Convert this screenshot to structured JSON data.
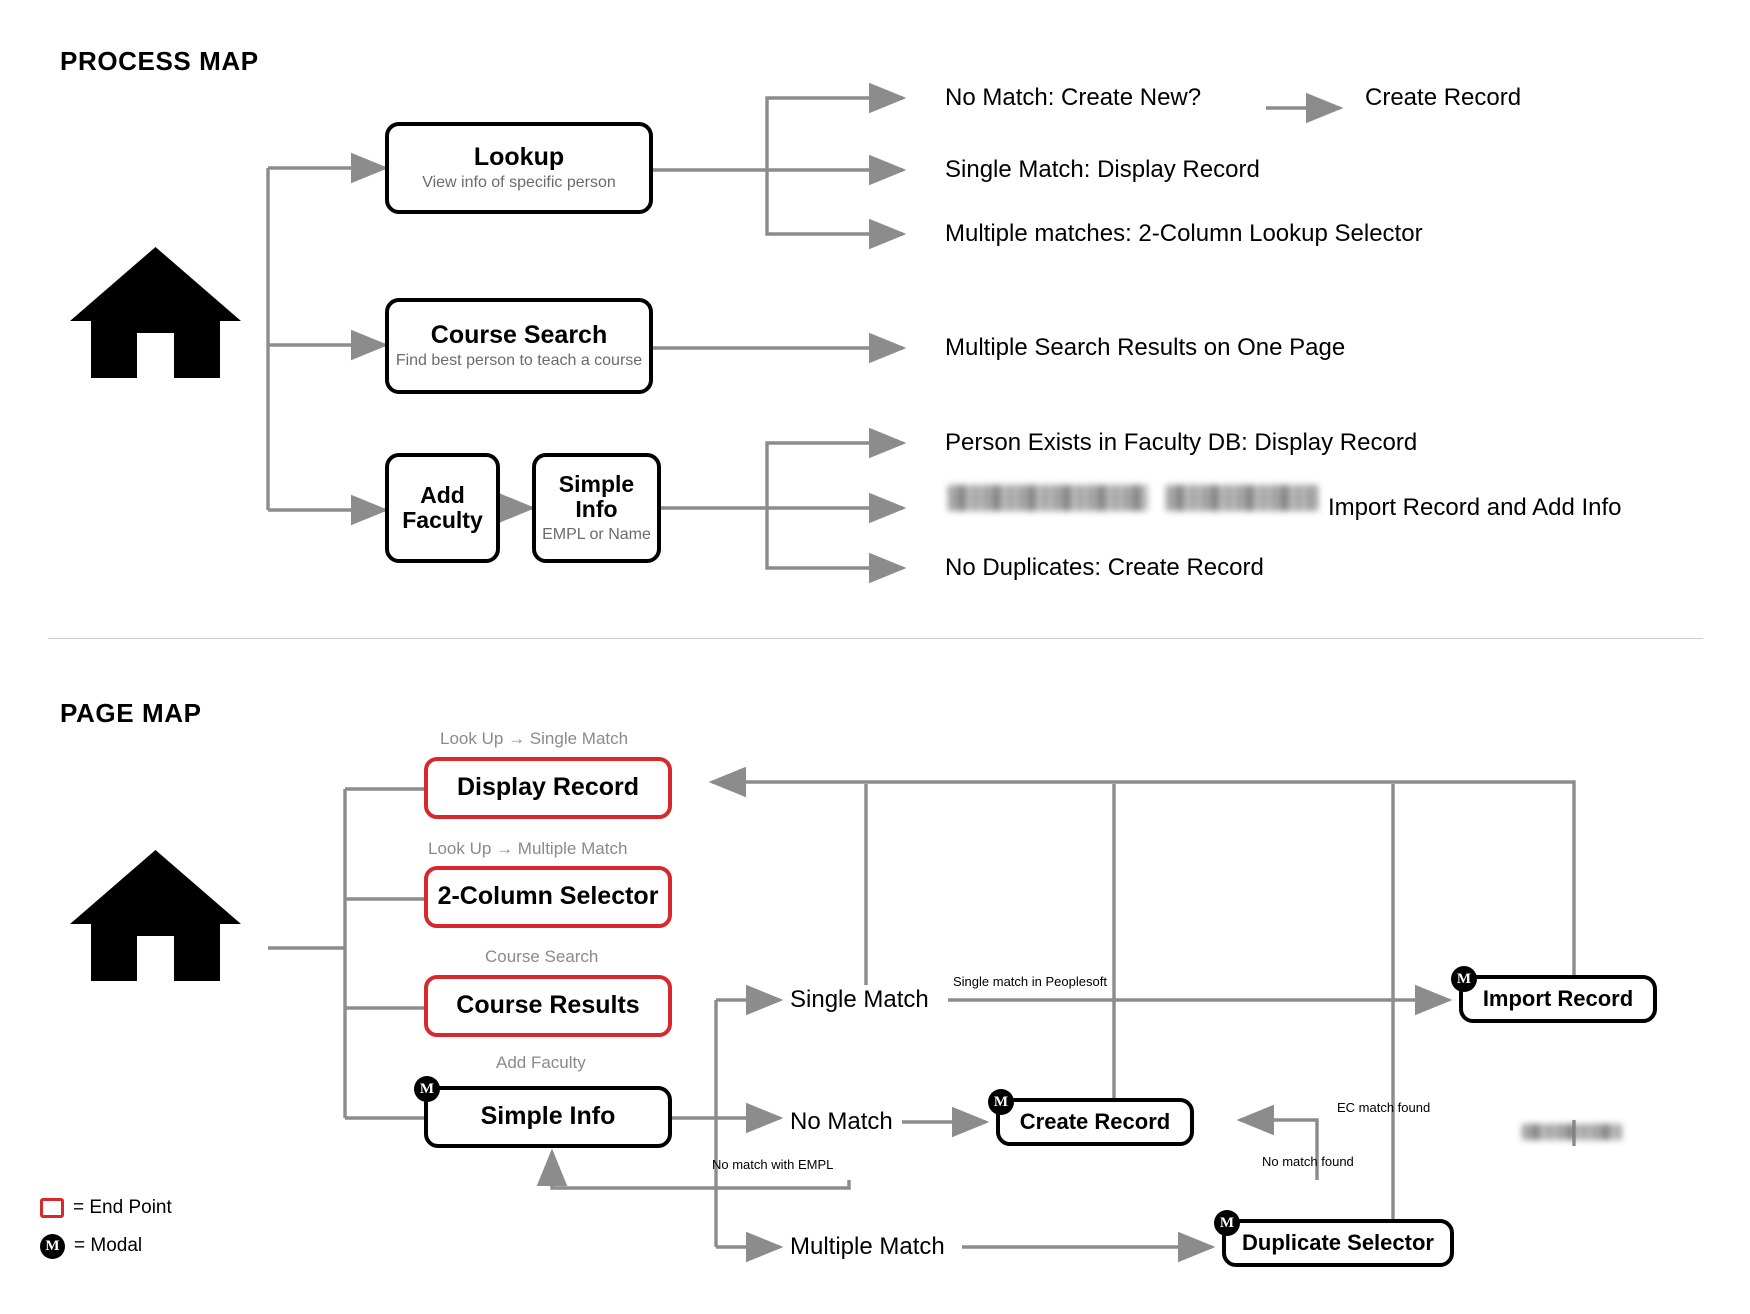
{
  "sections": {
    "process_map_title": "PROCESS MAP",
    "page_map_title": "PAGE MAP"
  },
  "process_map": {
    "home_icon": "home-icon",
    "nodes": [
      {
        "id": "lookup",
        "title": "Lookup",
        "subtitle": "View info of specific person"
      },
      {
        "id": "course-search",
        "title": "Course Search",
        "subtitle": "Find best person to teach a course"
      },
      {
        "id": "add-faculty",
        "title": "Add Faculty",
        "subtitle": ""
      },
      {
        "id": "simple-info",
        "title": "Simple Info",
        "subtitle": "EMPL or Name"
      }
    ],
    "lookup_outcomes": [
      "No Match: Create New?",
      "Single Match: Display Record",
      "Multiple matches: 2-Column Lookup Selector"
    ],
    "lookup_followup": "Create Record",
    "course_search_outcome": "Multiple Search Results on One Page",
    "add_faculty_outcomes": [
      {
        "text": "Person Exists in Faculty DB: Display Record",
        "redacted": false
      },
      {
        "text": "Import Record and Add Info",
        "redacted": true
      },
      {
        "text": "No Duplicates: Create Record",
        "redacted": false
      }
    ]
  },
  "page_map": {
    "home_icon": "home-icon",
    "branches": [
      {
        "caption_from": "Look Up",
        "caption_arrow": "→",
        "caption_to": "Single Match",
        "label": "Display Record",
        "endpoint": true,
        "modal": false
      },
      {
        "caption_from": "Look Up",
        "caption_arrow": "→",
        "caption_to": "Multiple Match",
        "label": "2-Column Selector",
        "endpoint": true,
        "modal": false
      },
      {
        "caption_from": "Course Search",
        "caption_arrow": "",
        "caption_to": "",
        "label": "Course Results",
        "endpoint": true,
        "modal": false
      },
      {
        "caption_from": "Add Faculty",
        "caption_arrow": "",
        "caption_to": "",
        "label": "Simple Info",
        "endpoint": false,
        "modal": true
      }
    ],
    "match_nodes": [
      {
        "id": "single-match",
        "label": "Single Match"
      },
      {
        "id": "no-match",
        "label": "No Match"
      },
      {
        "id": "multiple-match",
        "label": "Multiple Match"
      }
    ],
    "result_nodes": [
      {
        "id": "import-record",
        "label": "Import Record",
        "modal": true
      },
      {
        "id": "create-record",
        "label": "Create Record",
        "modal": true
      },
      {
        "id": "duplicate-selector",
        "label": "Duplicate Selector",
        "modal": true
      }
    ],
    "edge_labels": [
      {
        "id": "single-match-peoplesoft",
        "text": "Single match in Peoplesoft"
      },
      {
        "id": "ec-match-found",
        "text": "EC match found"
      },
      {
        "id": "no-match-found",
        "text": "No match found"
      },
      {
        "id": "no-match-with-empl",
        "text": "No match with EMPL"
      }
    ],
    "redacted_label": {
      "id": "redacted-edge-label",
      "text": ""
    },
    "legend": [
      {
        "symbol": "endpoint",
        "text": "= End Point"
      },
      {
        "symbol": "modal",
        "text": "= Modal"
      }
    ]
  },
  "colors": {
    "endpoint_red": "#d8282c",
    "wire_gray": "#8c8c8c",
    "caption_gray": "#8a8a8a",
    "node_black": "#000000"
  }
}
